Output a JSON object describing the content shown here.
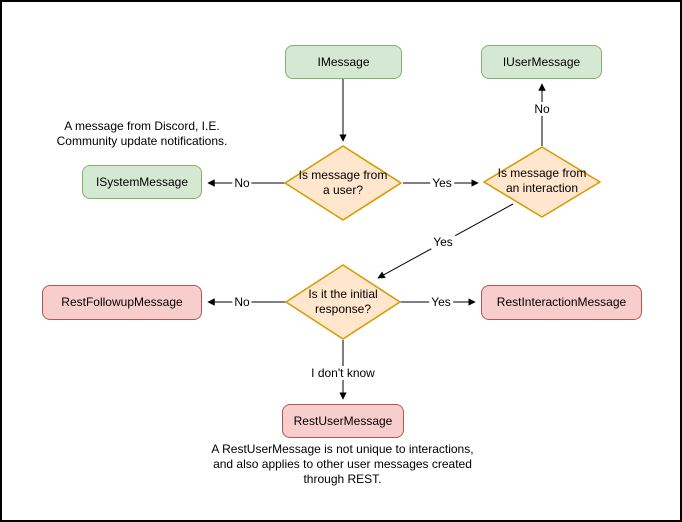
{
  "colors": {
    "green_fill": "#d5e8d4",
    "green_stroke": "#82b366",
    "orange_fill": "#ffe6cc",
    "orange_stroke": "#d79b00",
    "red_fill": "#f8cecc",
    "red_stroke": "#b85450",
    "line": "#000000"
  },
  "nodes": {
    "imessage": "IMessage",
    "iusermessage": "IUserMessage",
    "isystemmessage": "ISystemMessage",
    "restfollowup": "RestFollowupMessage",
    "restinteraction": "RestInteractionMessage",
    "restuser": "RestUserMessage"
  },
  "decisions": {
    "from_user": "Is message from\na user?",
    "from_interaction": "Is message from\nan interaction",
    "initial_response": "Is it the initial\nresponse?"
  },
  "edge_labels": {
    "user_no": "No",
    "user_yes": "Yes",
    "interaction_no": "No",
    "interaction_yes": "Yes",
    "initial_no": "No",
    "initial_yes": "Yes",
    "initial_unknown": "I don't know"
  },
  "notes": {
    "system": "A message from Discord, I.E.\nCommunity update notifications.",
    "restuser": "A RestUserMessage is not unique to interactions,\nand also applies to other user messages created\nthrough REST."
  }
}
